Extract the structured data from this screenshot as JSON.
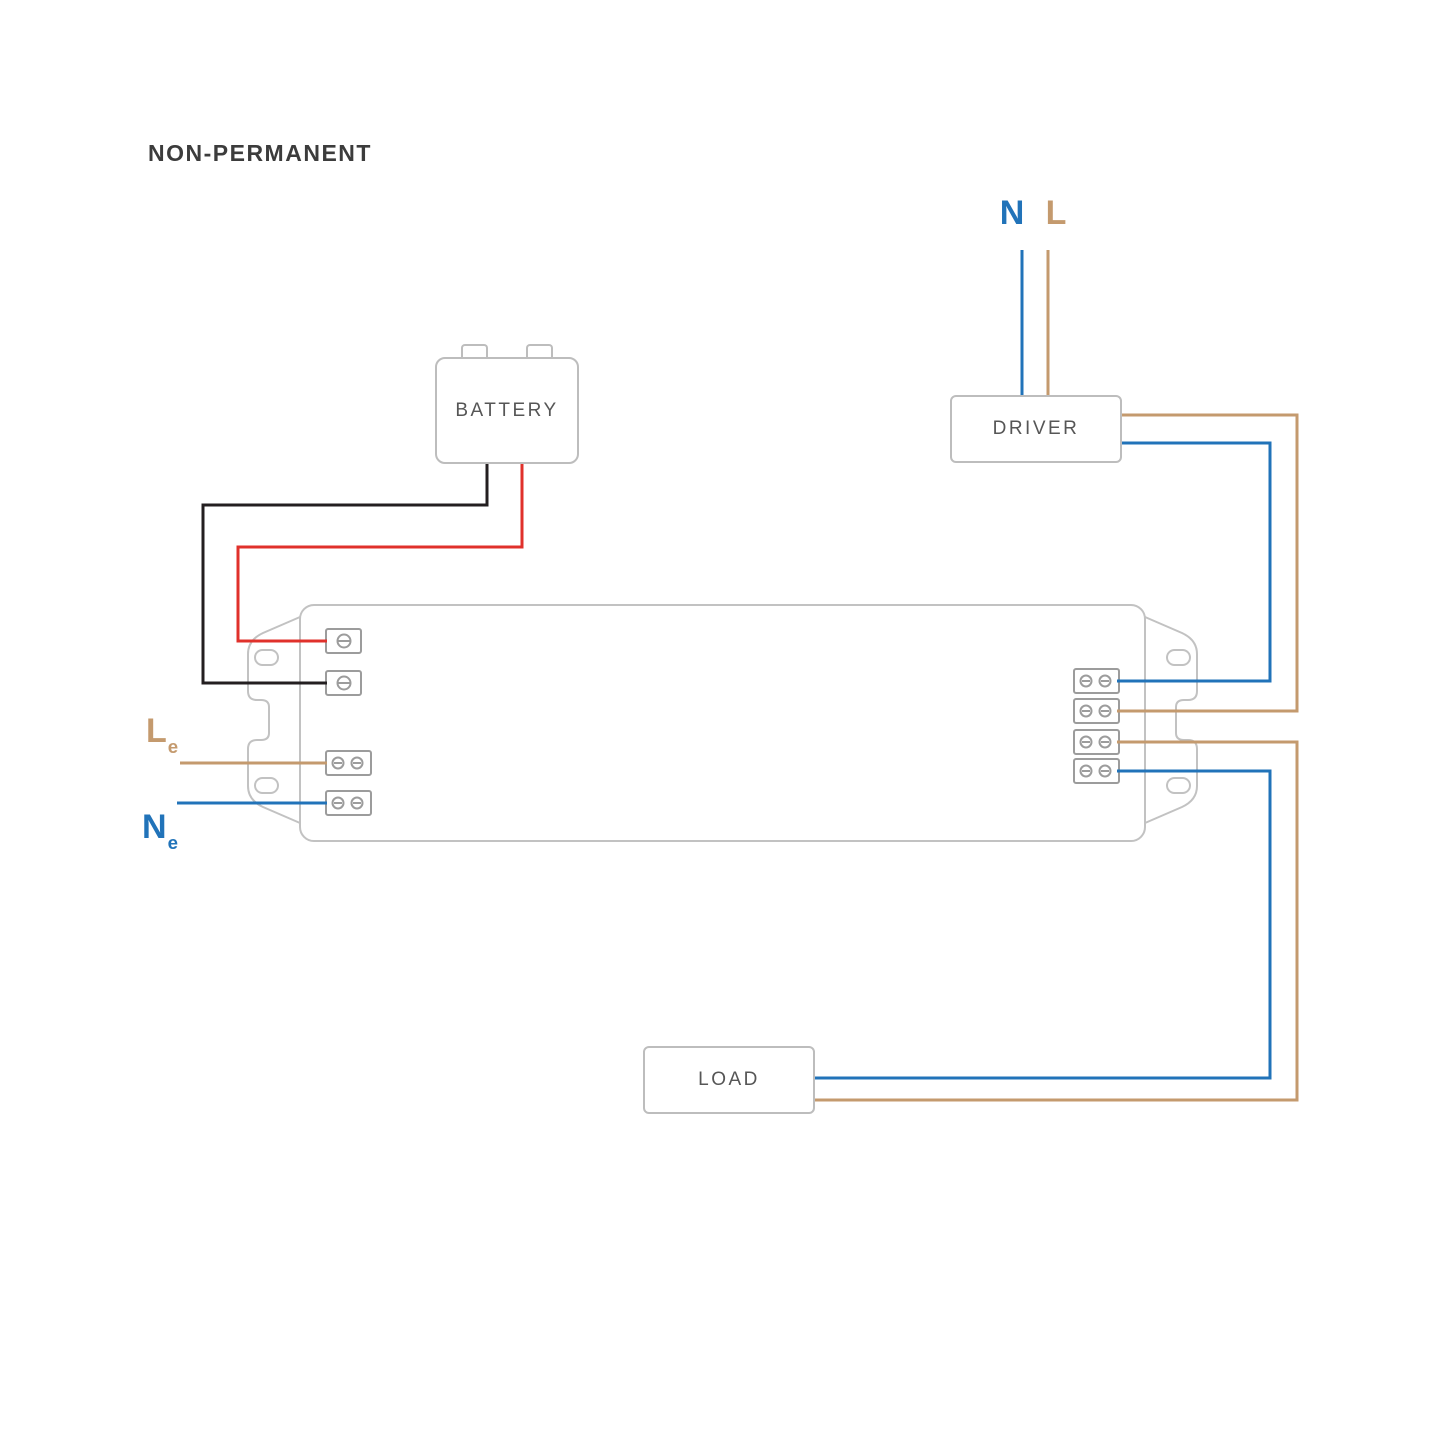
{
  "title": "NON-PERMANENT",
  "components": {
    "battery": "BATTERY",
    "driver": "DRIVER",
    "load": "LOAD"
  },
  "labels": {
    "mains_neutral": "N",
    "mains_live": "L",
    "emergency_live_main": "L",
    "emergency_live_sub": "e",
    "emergency_neutral_main": "N",
    "emergency_neutral_sub": "e"
  },
  "colors": {
    "neutral_blue": "#2173b9",
    "live_tan": "#c49a6e",
    "battery_positive_red": "#e0312b",
    "battery_negative_black": "#231f20",
    "outline_gray": "#c2c2c2",
    "terminal_gray": "#9c9c9c"
  }
}
